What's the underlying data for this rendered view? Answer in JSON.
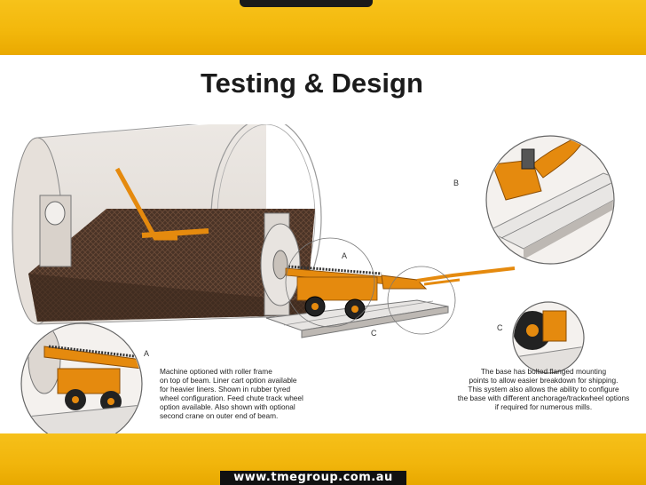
{
  "slide": {
    "title": "Testing & Design",
    "footer_url": "www.tmegroup.com.au"
  },
  "labels": {
    "main_a": "A",
    "main_c": "C",
    "detail_a": "A",
    "detail_b": "B",
    "detail_c": "C"
  },
  "captions": {
    "caption_a": "Machine optioned with roller frame\non top of beam. Liner cart option available\nfor heavier liners. Shown in rubber tyred\nwheel configuration. Feed chute track wheel\noption available. Also shown with optional\nsecond crane on outer end of beam.",
    "caption_c": "The base has bolted flanged mounting\npoints to allow easier breakdown for shipping.\nThis system also allows the ability to configure\nthe base with different anchorage/trackwheel options\nif required for numerous mills."
  },
  "colors": {
    "accent_yellow": "#f3b80c",
    "machine_orange": "#e58a0e",
    "liner_brown": "#4a3326"
  }
}
